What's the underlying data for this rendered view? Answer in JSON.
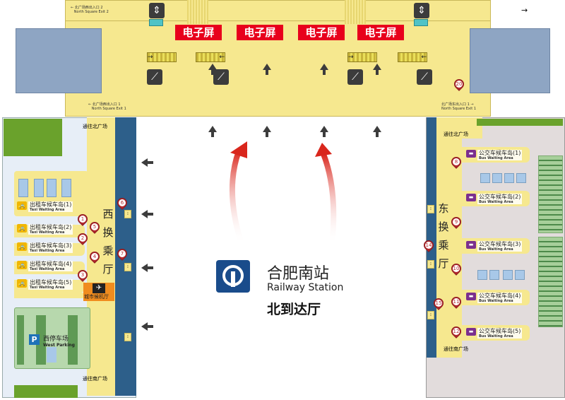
{
  "top_concourse": {
    "exits": [
      {
        "cn": "北广场西出入口 2",
        "en": "North Square Exit 2"
      },
      {
        "cn": "北广场西出入口 1",
        "en": "North Square Exit 1"
      },
      {
        "cn": "北广场东出入口 1",
        "en": "North Square Exit 1"
      }
    ],
    "screens": [
      "电子屏",
      "电子屏",
      "电子屏",
      "电子屏"
    ]
  },
  "west_hall": {
    "title_chars": [
      "西",
      "换",
      "乘",
      "厅"
    ],
    "to_north": "通往北广场",
    "to_south": "通往南广场",
    "taxi_islands": [
      {
        "cn": "出租车候车岛(1)",
        "en": "Taxi Waiting Area"
      },
      {
        "cn": "出租车候车岛(2)",
        "en": "Taxi Waiting Area"
      },
      {
        "cn": "出租车候车岛(3)",
        "en": "Taxi Waiting Area"
      },
      {
        "cn": "出租车候车岛(4)",
        "en": "Taxi Waiting Area"
      },
      {
        "cn": "出租车候车岛(5)",
        "en": "Taxi Waiting Area"
      }
    ],
    "airport_terminal": "城市候机厅",
    "parking": {
      "cn": "西停车场",
      "en": "West Parking",
      "icon": "P"
    }
  },
  "east_hall": {
    "title_chars": [
      "东",
      "换",
      "乘",
      "厅"
    ],
    "to_north": "通往北广场",
    "to_south": "通往南广场",
    "bus_islands": [
      {
        "cn": "公交车候车岛(1)",
        "en": "Bus Waiting Area"
      },
      {
        "cn": "公交车候车岛(2)",
        "en": "Bus Waiting Area"
      },
      {
        "cn": "公交车候车岛(3)",
        "en": "Bus Waiting Area"
      },
      {
        "cn": "公交车候车岛(4)",
        "en": "Bus Waiting Area"
      },
      {
        "cn": "公交车候车岛(5)",
        "en": "Bus Waiting Area"
      }
    ]
  },
  "station": {
    "name_cn": "合肥南站",
    "name_en": "Railway Station",
    "hall": "北到达厅"
  },
  "pins": [
    "1",
    "2",
    "3",
    "4",
    "5",
    "6",
    "7",
    "8",
    "9",
    "10",
    "11",
    "12",
    "14",
    "15",
    "20"
  ],
  "colors": {
    "concourse": "#f6e88f",
    "screen": "#e8001c",
    "pin": "#b2272c",
    "logo": "#1a4c8b",
    "bus": "#7b2f8e",
    "taxi": "#f1b600",
    "track": "#2d5f8a",
    "route_arrow": "#d9261c"
  }
}
